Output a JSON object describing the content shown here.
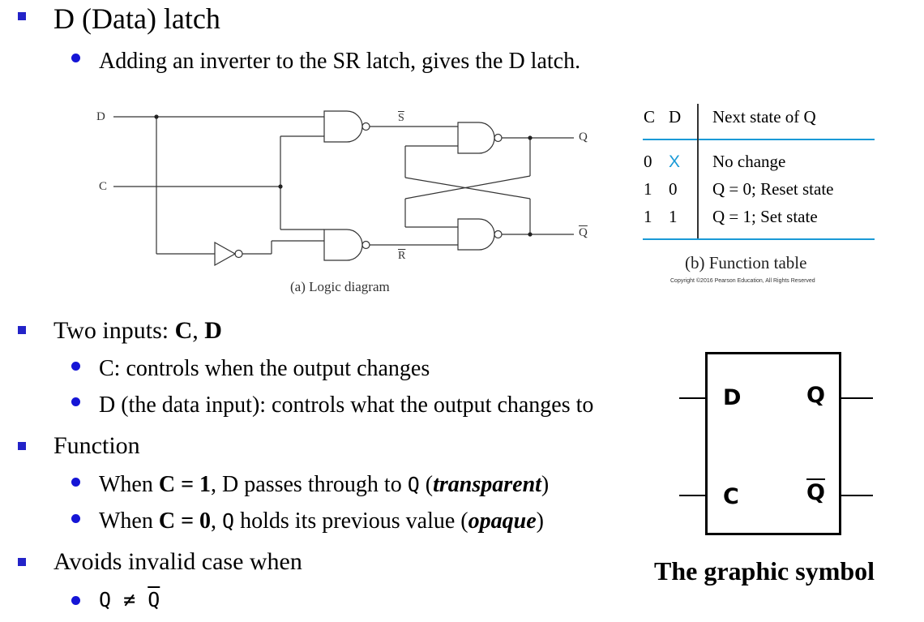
{
  "title": {
    "heading": "D (Data) latch",
    "sub": "Adding an inverter to the SR latch, gives the D latch."
  },
  "logic_diagram": {
    "label_d": "D",
    "label_c": "C",
    "label_s": "S",
    "label_r": "R",
    "label_q": "Q",
    "label_qbar": "Q",
    "caption": "(a) Logic diagram"
  },
  "function_table": {
    "headers": {
      "c": "C",
      "d": "D",
      "next": "Next state of Q"
    },
    "rows": [
      {
        "c": "0",
        "d": "X",
        "next": "No change"
      },
      {
        "c": "1",
        "d": "0",
        "next": "Q = 0; Reset state"
      },
      {
        "c": "1",
        "d": "1",
        "next": "Q = 1; Set state"
      }
    ],
    "caption": "(b) Function table",
    "copyright": "Copyright ©2016 Pearson Education, All Rights Reserved",
    "x_color": "#1a9ad6"
  },
  "bullets": {
    "inputs": {
      "prefix": "Two inputs: ",
      "c": "C",
      "sep": ", ",
      "d": "D"
    },
    "inputs_c": "C: controls when the output changes",
    "inputs_d": "D (the data input): controls what the output changes to",
    "function": "Function",
    "when1": {
      "pre": "When ",
      "cond": "C = 1",
      "mid": ", D passes through to ",
      "q": "Q",
      "open": " (",
      "em": "transparent",
      "close": ")"
    },
    "when0": {
      "pre": "When ",
      "cond": "C = 0",
      "mid": ", ",
      "q": "Q",
      "rest": " holds its previous value (",
      "em": "opaque",
      "close": ")"
    },
    "avoids": "Avoids invalid case when",
    "neq": {
      "q": "Q",
      "op": " ≠ ",
      "qbar": "Q"
    }
  },
  "symbol": {
    "d": "D",
    "q": "Q",
    "c": "C",
    "qbar": "Q",
    "caption": "The graphic symbol"
  },
  "colors": {
    "bullet": "#2323c8",
    "subbullet": "#1515d6"
  }
}
